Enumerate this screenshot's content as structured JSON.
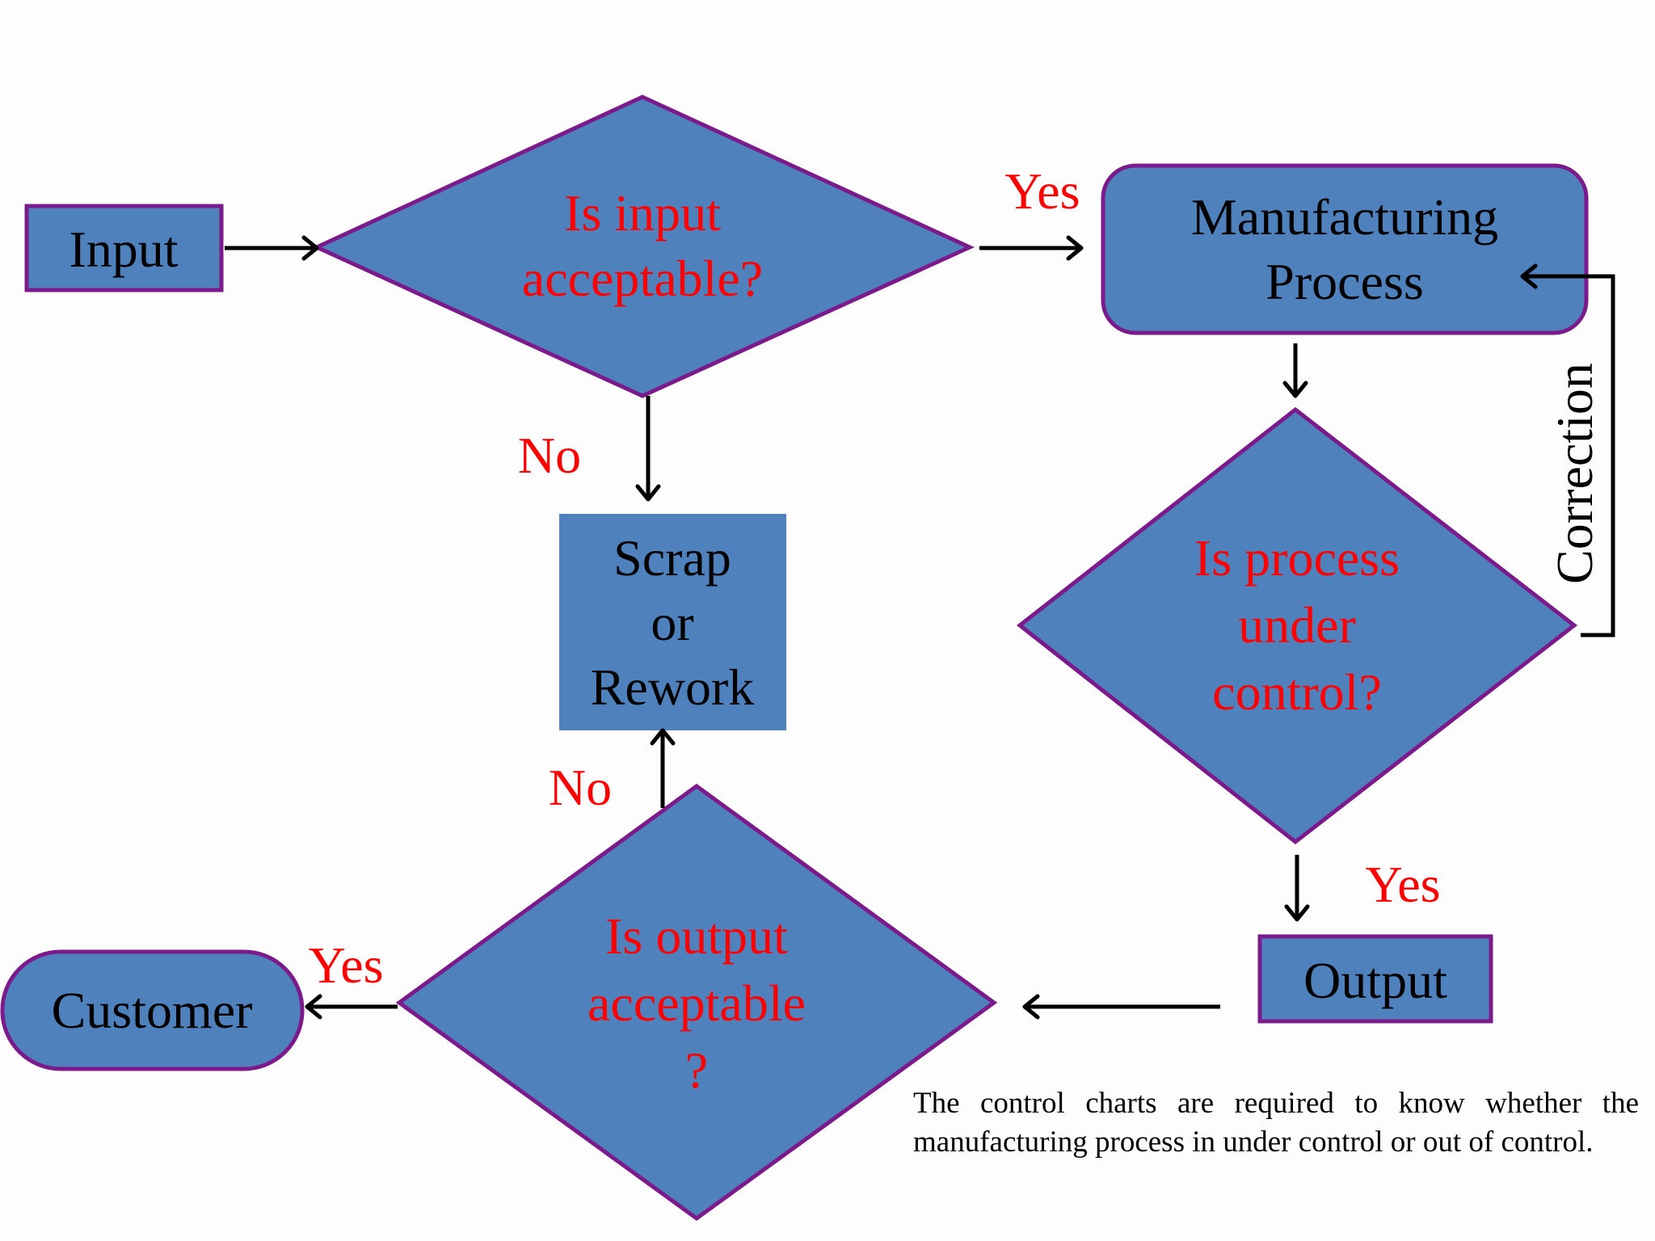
{
  "colors": {
    "fill": "#4f81bd",
    "border": "#7b1a8a",
    "decision_text": "#ff0000",
    "process_text": "#000000",
    "branch_label": "#ff0000",
    "arrow": "#000000"
  },
  "nodes": {
    "input": {
      "line1": "Input"
    },
    "input_decision": {
      "line1": "Is input",
      "line2": "acceptable?"
    },
    "manufacturing": {
      "line1": "Manufacturing",
      "line2": "Process"
    },
    "scrap": {
      "line1": "Scrap",
      "line2": "or",
      "line3": "Rework"
    },
    "process_decision": {
      "line1": "Is process",
      "line2": "under",
      "line3": "control?"
    },
    "output": {
      "line1": "Output"
    },
    "output_decision": {
      "line1": "Is output",
      "line2": "acceptable",
      "line3": "?"
    },
    "customer": {
      "line1": "Customer"
    }
  },
  "labels": {
    "yes_input": "Yes",
    "no_input": "No",
    "yes_process": "Yes",
    "no_output": "No",
    "yes_output": "Yes",
    "correction": "Correction"
  },
  "note": "The control charts are required to know whether the manufacturing process in under control or out of control."
}
